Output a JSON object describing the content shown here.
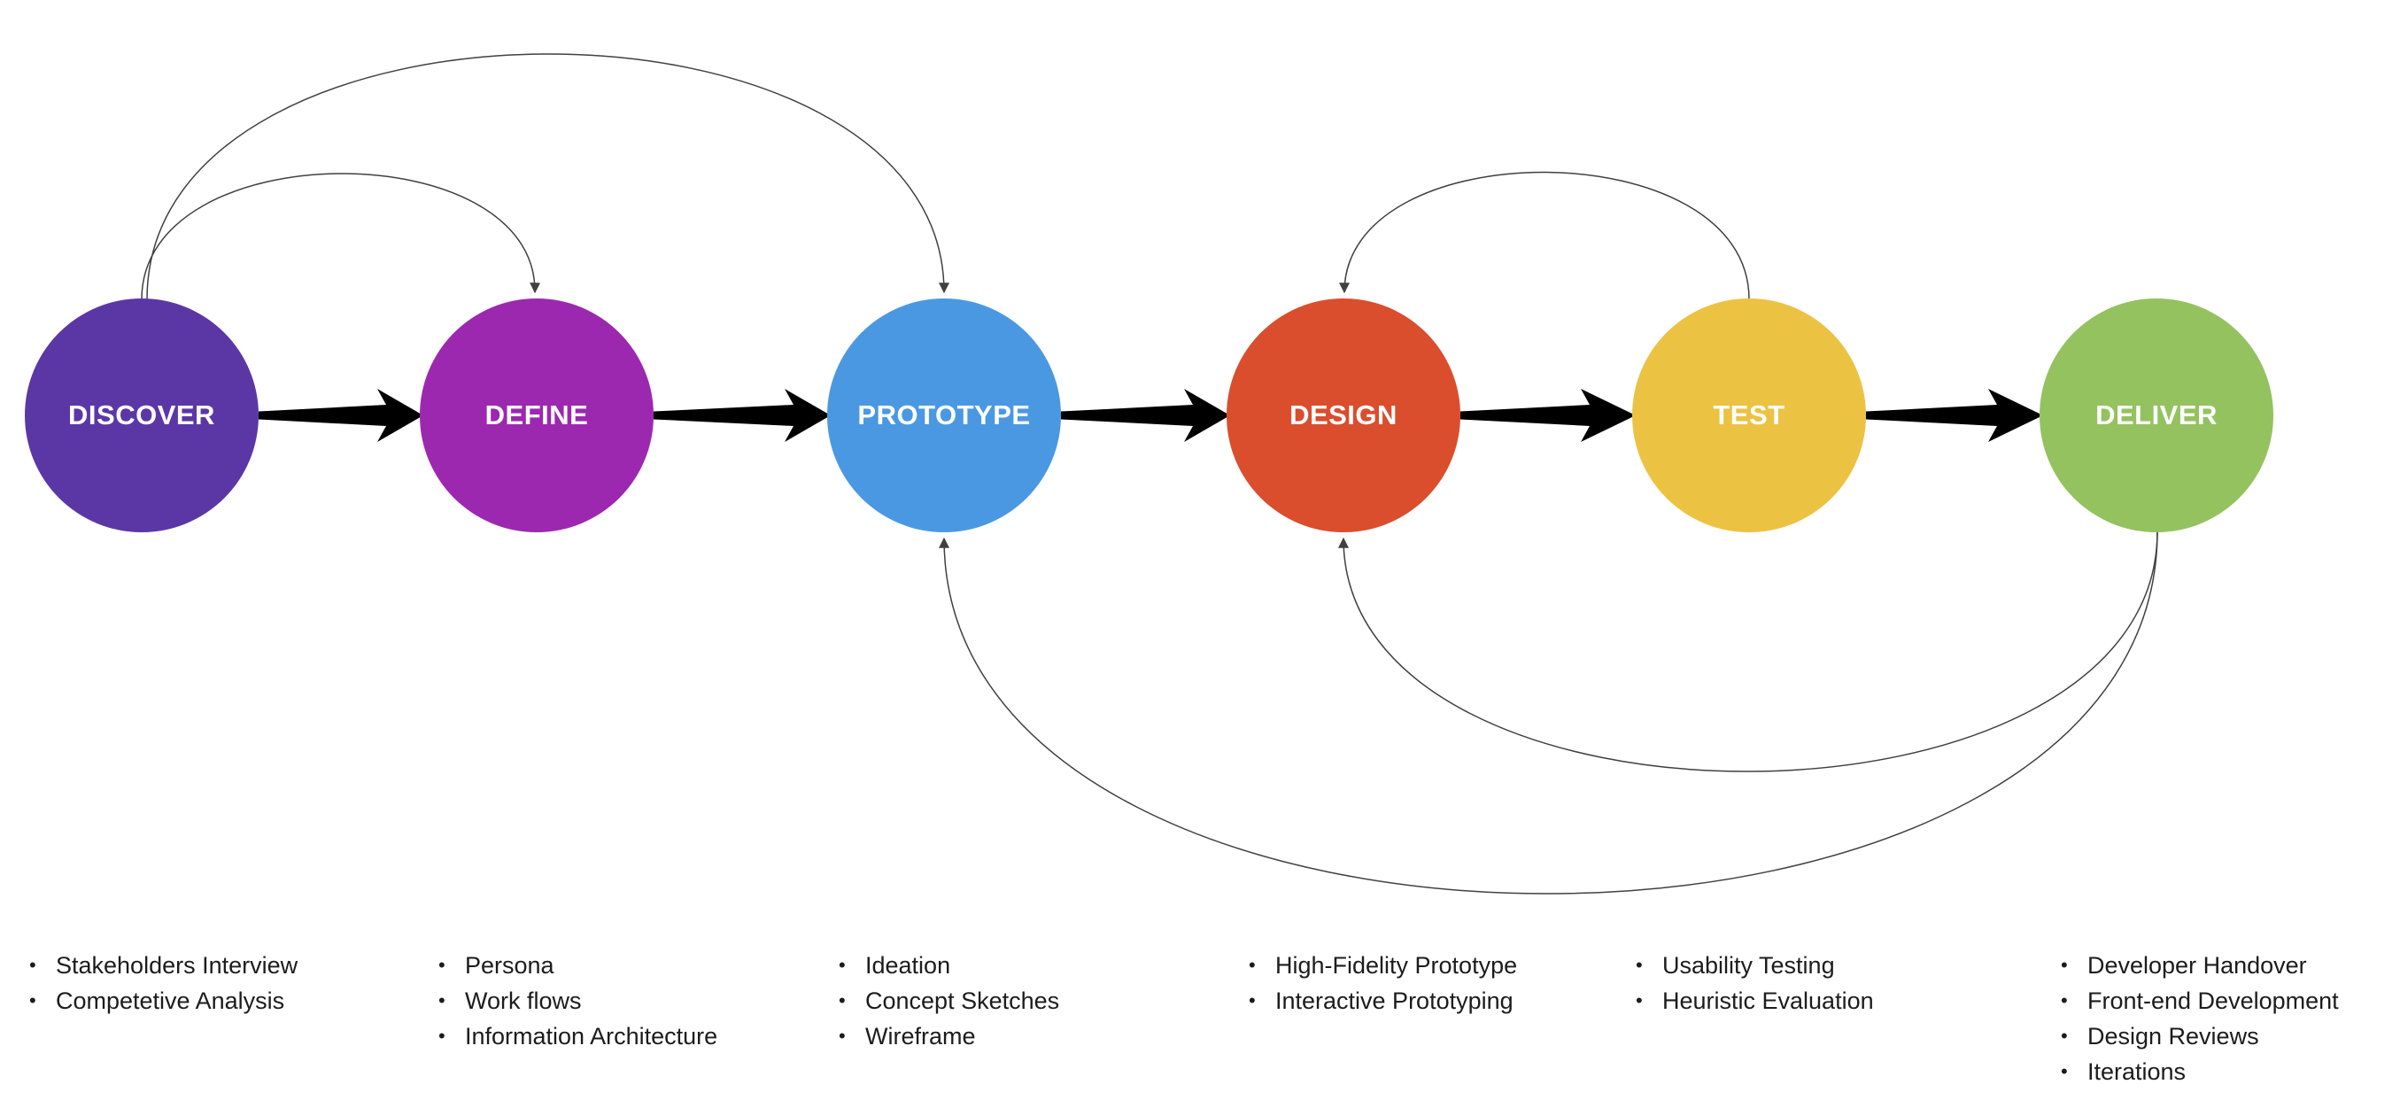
{
  "diagram": {
    "background_color": "#ffffff",
    "loop_line_color": "#404040",
    "flow_arrow_color": "#000000",
    "stages": [
      {
        "label": "DISCOVER",
        "color": "#5b37a6",
        "items": [
          "Stakeholders Interview",
          "Competetive Analysis"
        ]
      },
      {
        "label": "DEFINE",
        "color": "#9c28b0",
        "items": [
          "Persona",
          "Work flows",
          "Information Architecture"
        ]
      },
      {
        "label": "PROTOTYPE",
        "color": "#4b98e2",
        "items": [
          "Ideation",
          "Concept Sketches",
          "Wireframe"
        ]
      },
      {
        "label": "DESIGN",
        "color": "#da4d2d",
        "items": [
          "High-Fidelity Prototype",
          "Interactive Prototyping"
        ]
      },
      {
        "label": "TEST",
        "color": "#ecc243",
        "items": [
          "Usability Testing",
          "Heuristic Evaluation"
        ]
      },
      {
        "label": "DELIVER",
        "color": "#93c25f",
        "items": [
          "Developer Handover",
          "Front-end Development",
          "Design Reviews",
          "Iterations"
        ]
      }
    ],
    "flow_sequence": [
      "DISCOVER",
      "DEFINE",
      "PROTOTYPE",
      "DESIGN",
      "TEST",
      "DELIVER"
    ],
    "feedback_loops": [
      {
        "from": "DISCOVER",
        "to": "DEFINE",
        "via": "top"
      },
      {
        "from": "DISCOVER",
        "to": "PROTOTYPE",
        "via": "top"
      },
      {
        "from": "TEST",
        "to": "DESIGN",
        "via": "top"
      },
      {
        "from": "DELIVER",
        "to": "DESIGN",
        "via": "bottom"
      },
      {
        "from": "DELIVER",
        "to": "PROTOTYPE",
        "via": "bottom"
      }
    ]
  }
}
